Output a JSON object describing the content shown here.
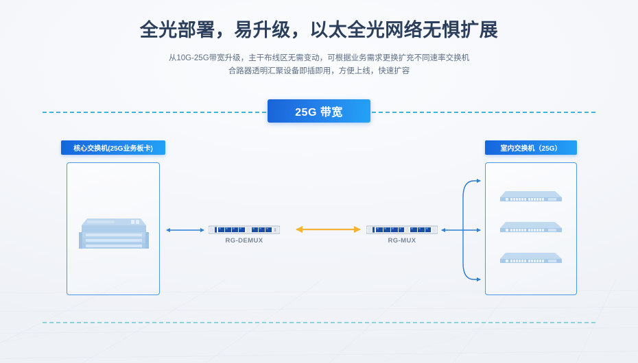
{
  "header": {
    "title": "全光部署，易升级，以太全光网络无惧扩展",
    "subtitle_line1": "从10G-25G带宽升级，主干布线区无需变动，可根据业务需求更换扩充不同速率交换机",
    "subtitle_line2": "合路器透明汇聚设备即插即用，方便上线，快速扩容"
  },
  "banner": {
    "label": "25G 带宽"
  },
  "groups": {
    "core": {
      "label": "核心交换机(25G业务板卡)"
    },
    "indoor": {
      "label": "室内交换机（25G）"
    }
  },
  "devices": {
    "demux": {
      "caption": "RG-DEMUX"
    },
    "mux": {
      "caption": "RG-MUX"
    }
  },
  "colors": {
    "accent_blue": "#2287ee",
    "banner_gradient_start": "#1a63d8",
    "banner_gradient_end": "#24a3f5",
    "panel_border": "#4a9ae8",
    "dashed_rail_top": "#3eb3de",
    "dashed_rail_bottom": "#6fcbd6",
    "link_blue": "#2f7fd4",
    "link_orange": "#f5b335",
    "title_text": "#2b3f5c",
    "subtitle_text": "#5d6d86",
    "caption_text": "#7b8696",
    "background": "#f2f4f8"
  }
}
